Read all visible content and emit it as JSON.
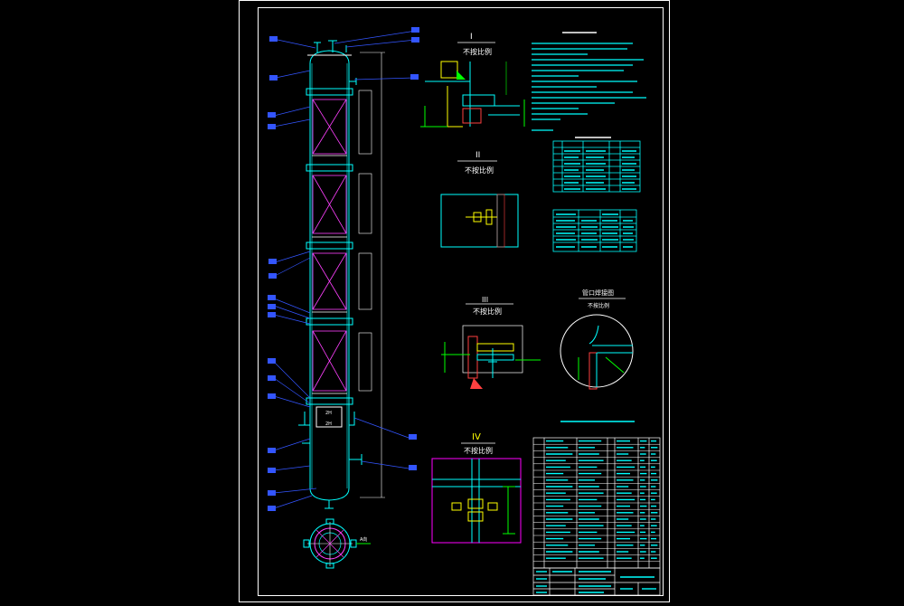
{
  "colors": {
    "background": "#000000",
    "frame": "#ffffff",
    "vessel": "#00ffff",
    "leader": "#3355ff",
    "dimension": "#00ff00",
    "weld": "#ff4040",
    "detail": "#ffff00",
    "magenta": "#ff00ff"
  },
  "detail_views": {
    "I": {
      "roman": "I",
      "caption": "不按比例"
    },
    "II": {
      "roman": "II",
      "caption": "不按比例"
    },
    "III": {
      "roman": "III",
      "caption": "不按比例"
    },
    "IV": {
      "roman": "IV",
      "caption": "不按比例"
    },
    "weld": {
      "title": "管口焊接图",
      "caption": "不按比例"
    }
  },
  "vessel_marks": [
    "2H",
    "2H"
  ],
  "arrow_label": "A向"
}
